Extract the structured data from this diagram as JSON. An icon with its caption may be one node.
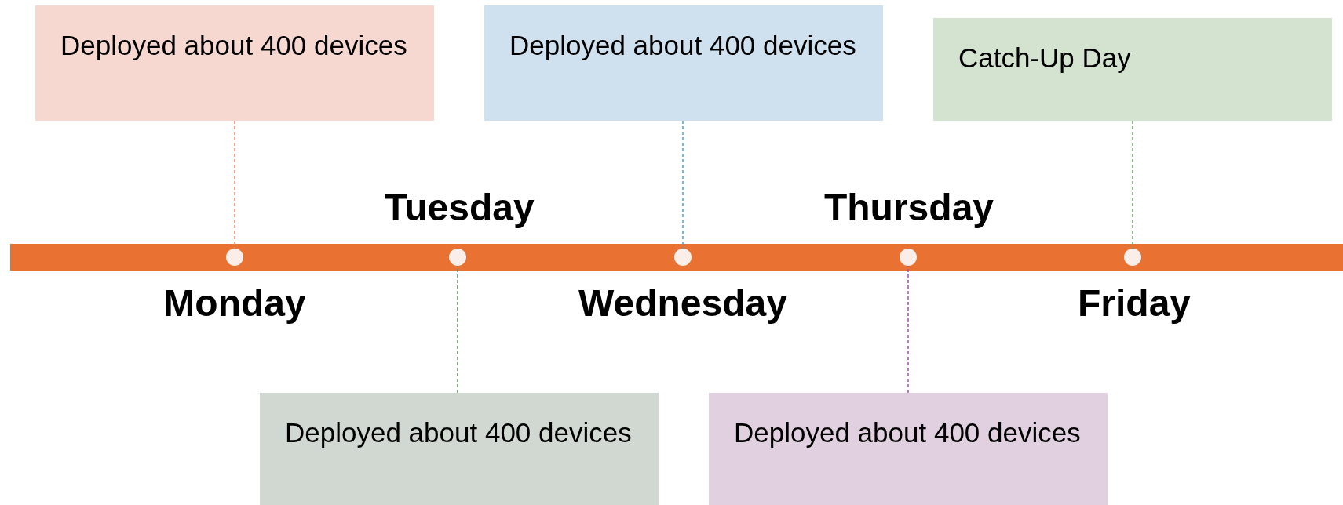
{
  "diagram": {
    "nodes": [
      {
        "text": [
          "Deployed about 400 devices"
        ]
      },
      {
        "text": [
          "Deployed about 400 devices"
        ]
      },
      {
        "text": [
          "Catch-Up Day"
        ]
      },
      {
        "text": [],
        "shape": "circle"
      },
      {
        "text": [],
        "shape": "circle"
      },
      {
        "text": [],
        "shape": "circle"
      },
      {
        "text": [],
        "shape": "circle"
      },
      {
        "text": [],
        "shape": "circle"
      },
      {
        "text": [
          "Deployed about 400 devices"
        ]
      },
      {
        "text": [
          "Deployed about 400 devices"
        ]
      }
    ],
    "edges": [
      {
        "from": 0,
        "to": 3,
        "arrow": "none",
        "style": "dashed",
        "color": "#f08a68"
      },
      {
        "from": 1,
        "to": 5,
        "arrow": "none",
        "style": "dashed",
        "color": "#4aa3d4"
      },
      {
        "from": 2,
        "to": 7,
        "arrow": "none",
        "style": "dashed",
        "color": "#6aa466"
      },
      {
        "from": 8,
        "to": 4,
        "arrow": "none",
        "style": "dashed",
        "color": "#5e8a5e"
      },
      {
        "from": 9,
        "to": 6,
        "arrow": "none",
        "style": "dashed",
        "color": "#a352ad"
      }
    ],
    "labels": [
      "Tuesday",
      "Thursday",
      "Monday",
      "Wednesday",
      "Friday"
    ]
  }
}
